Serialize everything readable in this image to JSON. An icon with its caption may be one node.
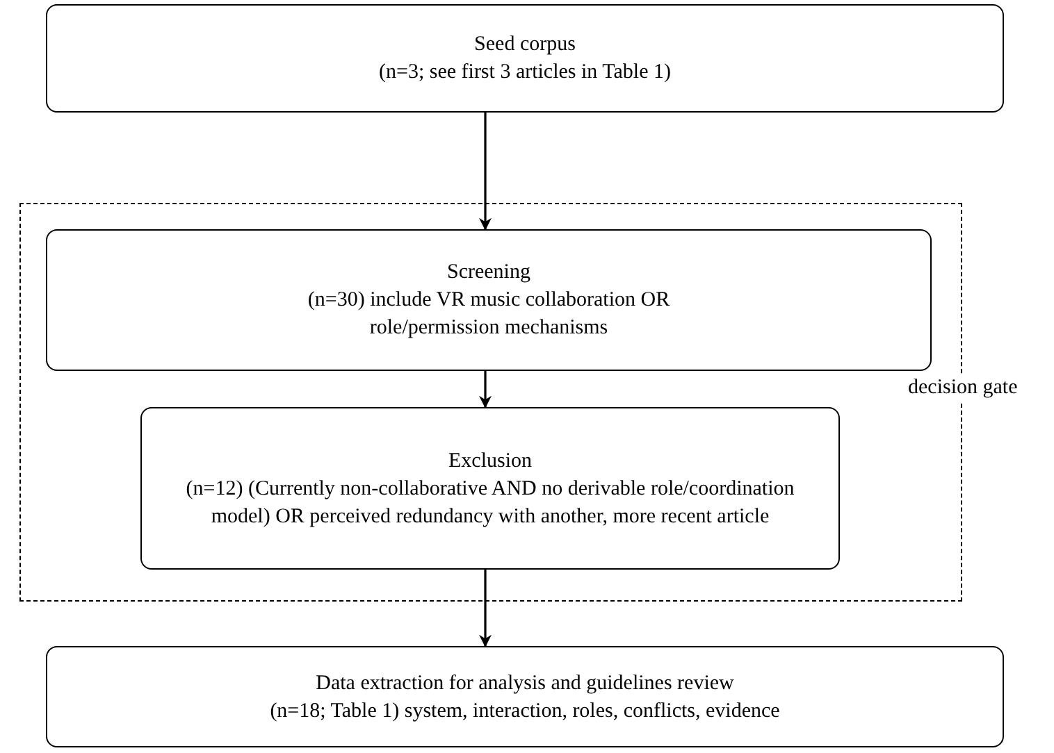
{
  "diagram": {
    "nodes": [
      {
        "text": [
          "Seed corpus",
          "(n=3; see first 3 articles in Table 1)"
        ]
      },
      {
        "text": [],
        "shape": "box",
        "beside": [
          "decision gate"
        ]
      },
      {
        "text": [
          "Screening",
          "(n=30) include VR music collaboration OR role/permission mechanisms"
        ],
        "in": 1
      },
      {
        "text": [
          "Exclusion",
          "(n=12) (Currently non-collaborative AND no derivable role/coordination model) OR perceived redundancy with another, more recent article"
        ],
        "in": 1
      },
      {
        "text": [
          "Data extraction for analysis and guidelines review",
          "(n=18; Table 1) system, interaction, roles, conflicts, evidence"
        ]
      }
    ],
    "edges": [
      {
        "from": 0,
        "to": 2,
        "arrow": "to"
      },
      {
        "from": 2,
        "to": 3,
        "arrow": "to"
      },
      {
        "from": 3,
        "to": 4,
        "arrow": "to"
      }
    ]
  }
}
